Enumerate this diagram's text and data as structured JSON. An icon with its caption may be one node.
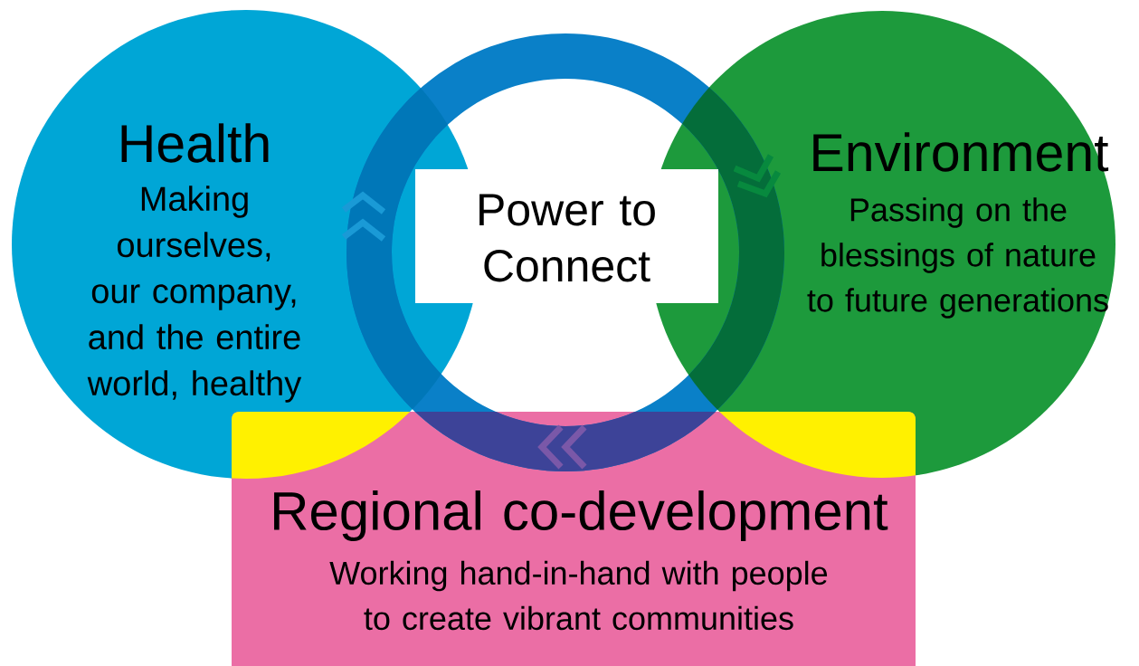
{
  "diagram": {
    "nodes": [
      {
        "text": [
          "Health",
          "Making ourselves, our company, and the entire world, healthy"
        ]
      },
      {
        "text": [
          "Environment",
          "Passing on the blessings of nature to future generations"
        ]
      },
      {
        "text": [
          "Regional co-development",
          "Working hand-in-hand with people to create vibrant communities"
        ]
      },
      {
        "text": [
          "Power to Connect"
        ]
      }
    ]
  }
}
